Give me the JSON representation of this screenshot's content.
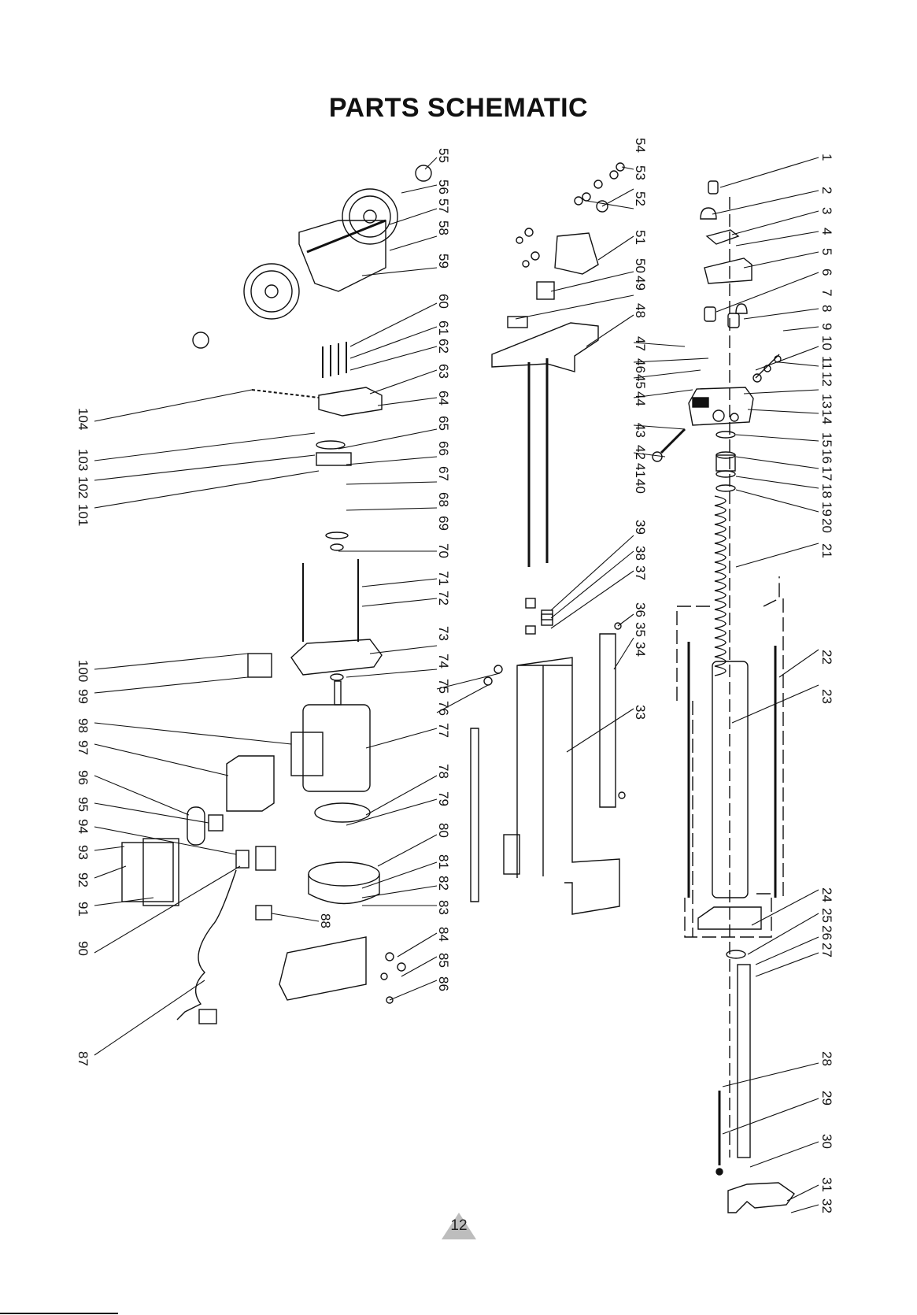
{
  "title": "PARTS SCHEMATIC",
  "page_number": "12",
  "colors": {
    "ink": "#111111",
    "badge": "#bdbdbd",
    "paper": "#ffffff"
  },
  "callouts_right": [
    "1",
    "2",
    "3",
    "4",
    "5",
    "6",
    "7",
    "8",
    "9",
    "10",
    "11",
    "12",
    "13",
    "14",
    "15",
    "16",
    "17",
    "18",
    "19",
    "20",
    "21",
    "22",
    "23",
    "24",
    "25",
    "26",
    "27",
    "28",
    "29",
    "30",
    "31",
    "32"
  ],
  "callouts_middle": [
    "33",
    "34",
    "35",
    "36",
    "37",
    "38",
    "39",
    "40",
    "41",
    "42",
    "43",
    "44",
    "45",
    "46",
    "47",
    "48",
    "49",
    "50",
    "51",
    "52",
    "53",
    "54"
  ],
  "callouts_left_top": [
    "55",
    "56",
    "57",
    "58",
    "59",
    "60",
    "61",
    "62",
    "63",
    "64",
    "65",
    "66",
    "67",
    "68",
    "69",
    "70",
    "71",
    "72",
    "73",
    "74",
    "75",
    "76",
    "77",
    "78",
    "79",
    "80",
    "81",
    "82",
    "83",
    "84",
    "85",
    "86",
    "88"
  ],
  "callouts_left": [
    "87",
    "90",
    "91",
    "92",
    "93",
    "94",
    "95",
    "96",
    "97",
    "98",
    "99",
    "100",
    "101",
    "102",
    "103",
    "104"
  ]
}
